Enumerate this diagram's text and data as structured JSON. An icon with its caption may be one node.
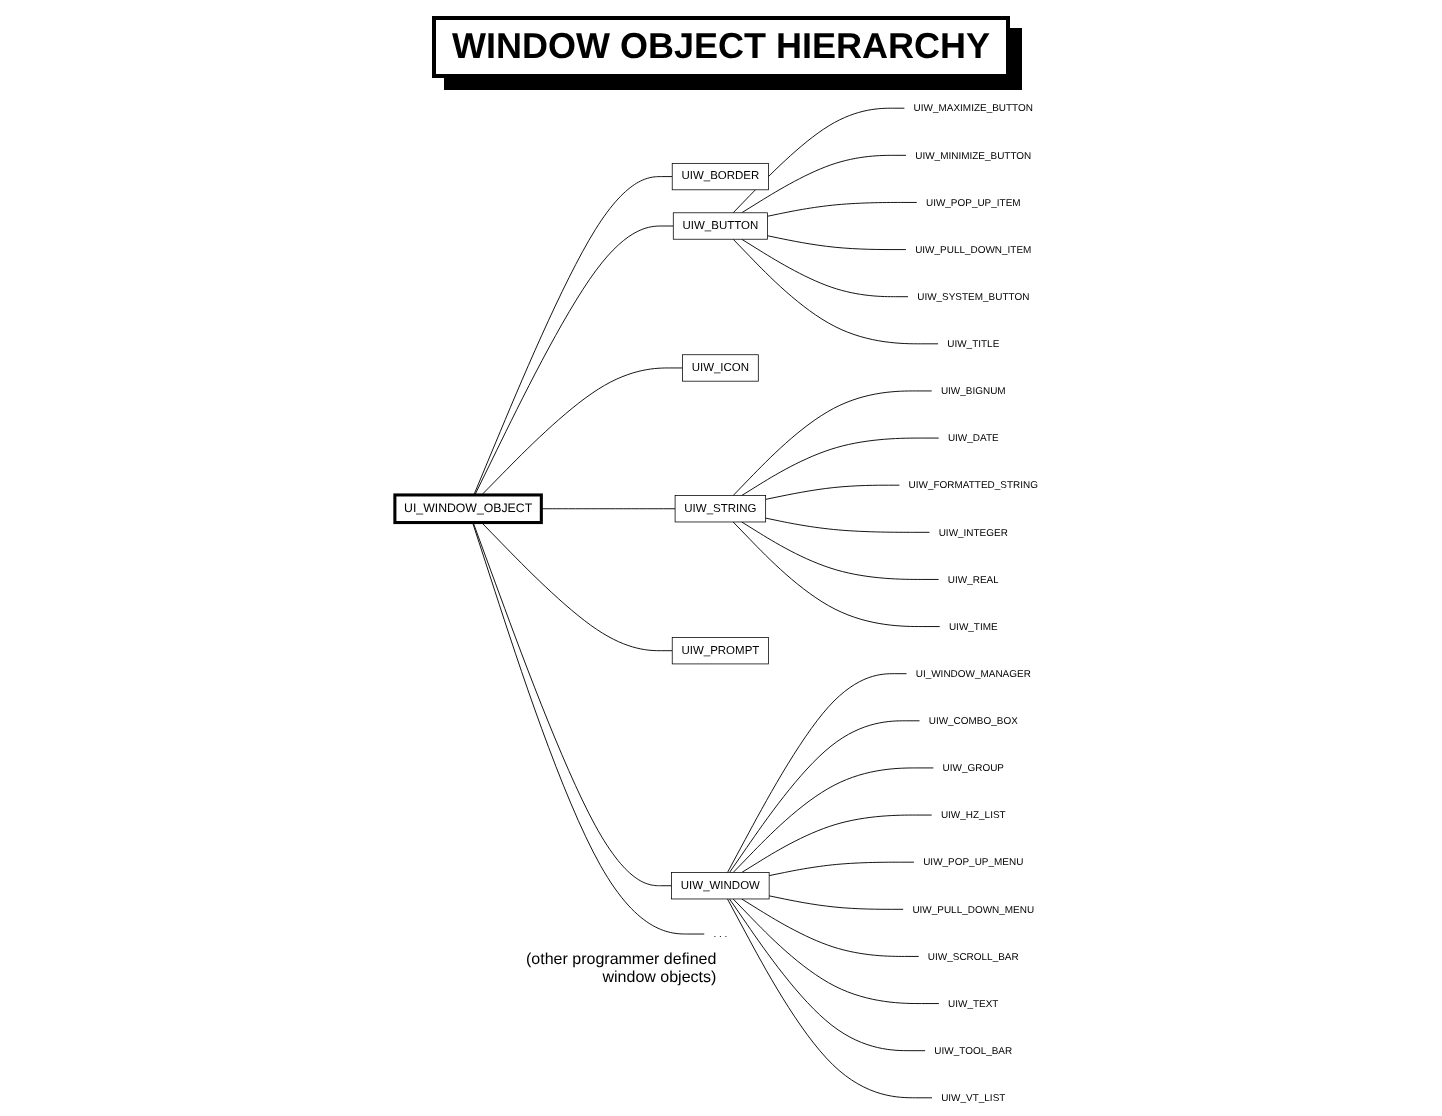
{
  "diagram": {
    "title": "WINDOW OBJECT HIERARCHY",
    "nodes": [
      {
        "text": [
          "UI_WINDOW_OBJECT"
        ]
      },
      {
        "text": [
          "UIW_BORDER"
        ]
      },
      {
        "text": [
          "UIW_BUTTON"
        ]
      },
      {
        "text": [
          "UIW_ICON"
        ]
      },
      {
        "text": [
          "UIW_STRING"
        ]
      },
      {
        "text": [
          "UIW_PROMPT"
        ]
      },
      {
        "text": [
          "UIW_WINDOW"
        ]
      },
      {
        "text": [
          ". . ."
        ],
        "beside": [
          "(other programmer defined window objects)"
        ]
      },
      {
        "text": [
          "UIW_MAXIMIZE_BUTTON"
        ]
      },
      {
        "text": [
          "UIW_MINIMIZE_BUTTON"
        ]
      },
      {
        "text": [
          "UIW_POP_UP_ITEM"
        ]
      },
      {
        "text": [
          "UIW_PULL_DOWN_ITEM"
        ]
      },
      {
        "text": [
          "UIW_SYSTEM_BUTTON"
        ]
      },
      {
        "text": [
          "UIW_TITLE"
        ]
      },
      {
        "text": [
          "UIW_BIGNUM"
        ]
      },
      {
        "text": [
          "UIW_DATE"
        ]
      },
      {
        "text": [
          "UIW_FORMATTED_STRING"
        ]
      },
      {
        "text": [
          "UIW_INTEGER"
        ]
      },
      {
        "text": [
          "UIW_REAL"
        ]
      },
      {
        "text": [
          "UIW_TIME"
        ]
      },
      {
        "text": [
          "UI_WINDOW_MANAGER"
        ]
      },
      {
        "text": [
          "UIW_COMBO_BOX"
        ]
      },
      {
        "text": [
          "UIW_GROUP"
        ]
      },
      {
        "text": [
          "UIW_HZ_LIST"
        ]
      },
      {
        "text": [
          "UIW_POP_UP_MENU"
        ]
      },
      {
        "text": [
          "UIW_PULL_DOWN_MENU"
        ]
      },
      {
        "text": [
          "UIW_SCROLL_BAR"
        ]
      },
      {
        "text": [
          "UIW_TEXT"
        ]
      },
      {
        "text": [
          "UIW_TOOL_BAR"
        ]
      },
      {
        "text": [
          "UIW_VT_LIST"
        ]
      }
    ],
    "edges": [
      {
        "from": 0,
        "to": 1,
        "arrow": "none"
      },
      {
        "from": 0,
        "to": 2,
        "arrow": "none"
      },
      {
        "from": 0,
        "to": 3,
        "arrow": "none"
      },
      {
        "from": 0,
        "to": 4,
        "arrow": "none"
      },
      {
        "from": 0,
        "to": 5,
        "arrow": "none"
      },
      {
        "from": 0,
        "to": 6,
        "arrow": "none"
      },
      {
        "from": 0,
        "to": 7,
        "arrow": "none"
      },
      {
        "from": 2,
        "to": 8,
        "arrow": "none"
      },
      {
        "from": 2,
        "to": 9,
        "arrow": "none"
      },
      {
        "from": 2,
        "to": 10,
        "arrow": "none"
      },
      {
        "from": 2,
        "to": 11,
        "arrow": "none"
      },
      {
        "from": 2,
        "to": 12,
        "arrow": "none"
      },
      {
        "from": 2,
        "to": 13,
        "arrow": "none"
      },
      {
        "from": 4,
        "to": 14,
        "arrow": "none"
      },
      {
        "from": 4,
        "to": 15,
        "arrow": "none"
      },
      {
        "from": 4,
        "to": 16,
        "arrow": "none"
      },
      {
        "from": 4,
        "to": 17,
        "arrow": "none"
      },
      {
        "from": 4,
        "to": 18,
        "arrow": "none"
      },
      {
        "from": 4,
        "to": 19,
        "arrow": "none"
      },
      {
        "from": 6,
        "to": 20,
        "arrow": "none"
      },
      {
        "from": 6,
        "to": 21,
        "arrow": "none"
      },
      {
        "from": 6,
        "to": 22,
        "arrow": "none"
      },
      {
        "from": 6,
        "to": 23,
        "arrow": "none"
      },
      {
        "from": 6,
        "to": 24,
        "arrow": "none"
      },
      {
        "from": 6,
        "to": 25,
        "arrow": "none"
      },
      {
        "from": 6,
        "to": 26,
        "arrow": "none"
      },
      {
        "from": 6,
        "to": 27,
        "arrow": "none"
      },
      {
        "from": 6,
        "to": 28,
        "arrow": "none"
      },
      {
        "from": 6,
        "to": 29,
        "arrow": "none"
      }
    ]
  }
}
